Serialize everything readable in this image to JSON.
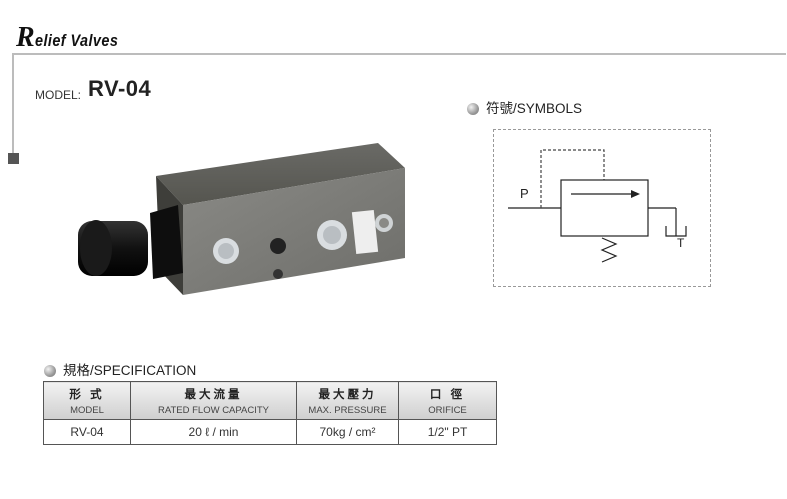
{
  "page": {
    "title_initial": "R",
    "title_rest": "elief Valves",
    "model_label": "MODEL:",
    "model_value": "RV-04"
  },
  "symbols": {
    "heading": "符號/SYMBOLS",
    "port_p": "P",
    "port_t": "T"
  },
  "specification": {
    "heading": "規格/SPECIFICATION",
    "columns": [
      {
        "zh": "形 式",
        "en": "MODEL"
      },
      {
        "zh": "最大流量",
        "en": "RATED FLOW CAPACITY"
      },
      {
        "zh": "最大壓力",
        "en": "MAX. PRESSURE"
      },
      {
        "zh": "口 徑",
        "en": "ORIFICE"
      }
    ],
    "rows": [
      [
        "RV-04",
        "20 ℓ / min",
        "70kg / cm²",
        "1/2\" PT"
      ]
    ]
  },
  "colors": {
    "rule": "#bcbcbc",
    "marker": "#555555",
    "header_bg_top": "#f2f2f2",
    "header_bg_bottom": "#cfcfcf"
  }
}
